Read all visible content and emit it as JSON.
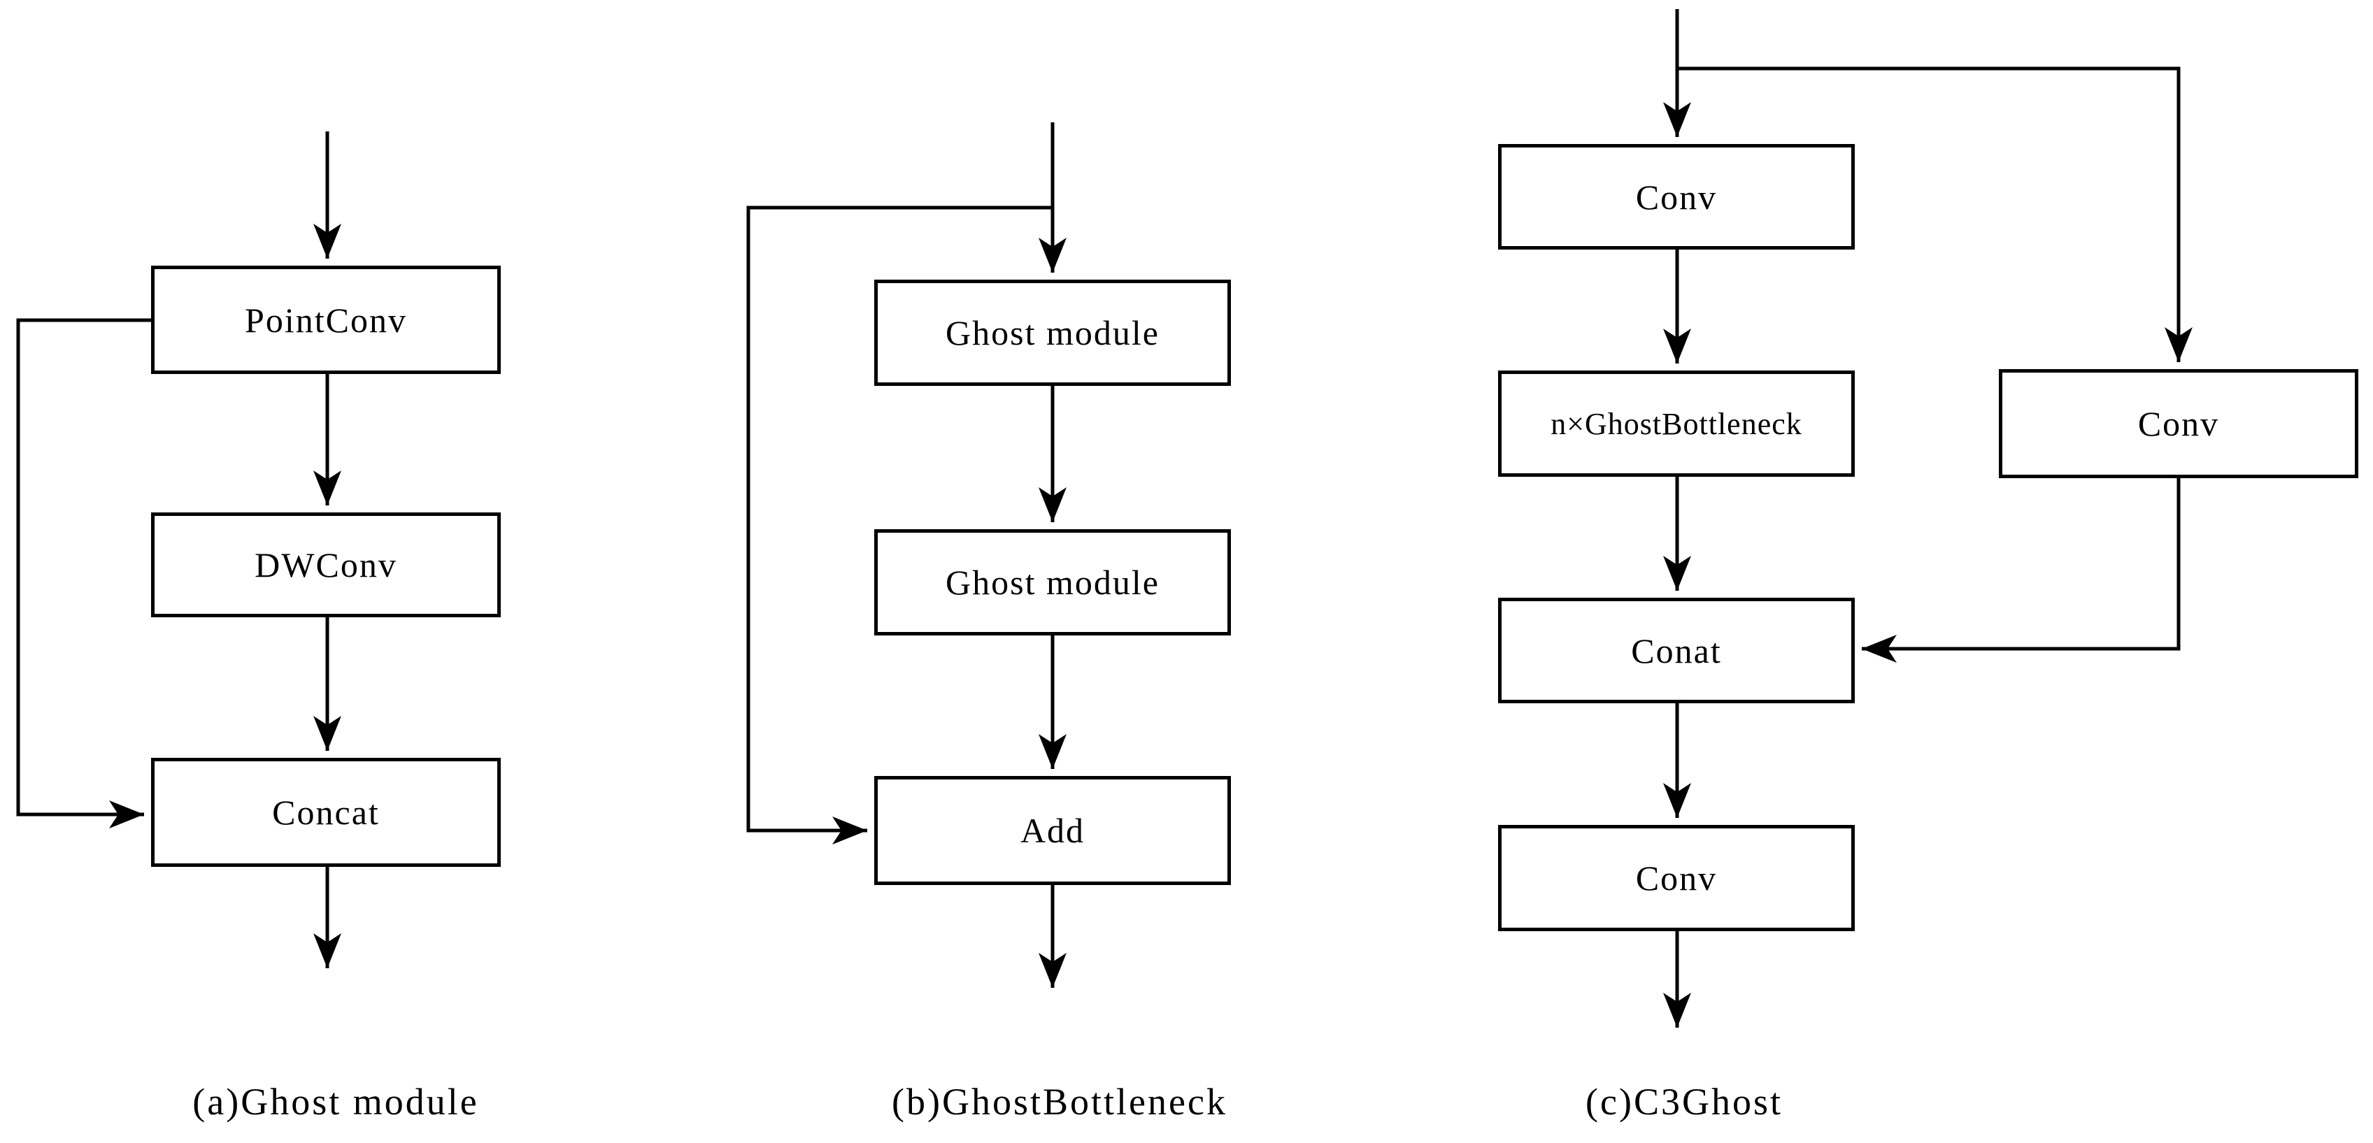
{
  "figure": {
    "background": "#ffffff",
    "ink": "#000000",
    "labels": {
      "a1": "PointConv",
      "a2": "DWConv",
      "a3": "Concat",
      "b1": "Ghost module",
      "b2": "Ghost module",
      "b3": "Add",
      "c1": "Conv",
      "c2": "n×GhostBottleneck",
      "c3": "Conat",
      "c4": "Conv",
      "c5": "Conv"
    },
    "captions": {
      "a": "(a)Ghost module",
      "b": "(b)GhostBottleneck",
      "c": "(c)C3Ghost"
    }
  }
}
